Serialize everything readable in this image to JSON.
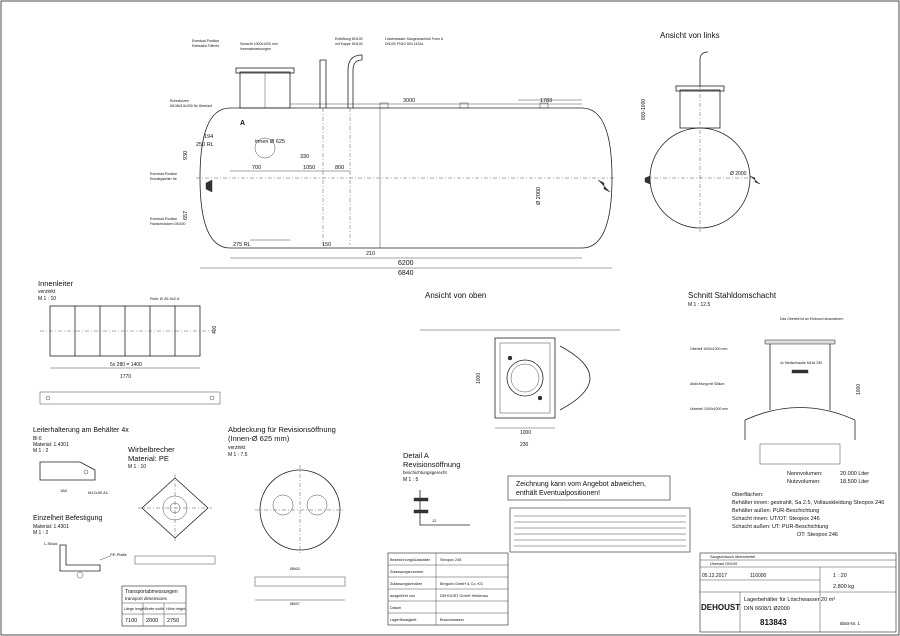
{
  "views": {
    "left_view_title": "Ansicht von links",
    "inner_ladder_title": "Innenleiter",
    "inner_ladder_finish": "verzinkt",
    "inner_ladder_scale": "M 1 : 10",
    "top_view_title": "Ansicht von oben",
    "steel_dome_title": "Schnitt Stahldomschacht",
    "steel_dome_scale": "M 1 : 12.5",
    "ladder_bracket_title": "Leiterhalterung am Behälter 4x",
    "ladder_bracket_material": "Bl 6",
    "ladder_bracket_material2": "Material: 1.4301",
    "ladder_bracket_scale": "M 1 : 2",
    "single_mount_title": "Einzelheit Befestigung",
    "single_mount_material": "Material: 1.4301",
    "single_mount_scale": "M 1 : 2",
    "vortex_title1": "Wirbelbrecher",
    "vortex_title2": "Material: PE",
    "vortex_scale": "M 1 : 10",
    "cover_title1": "Abdeckung für Revisionsöffnung",
    "cover_title2": "(Innen-Ø 625 mm)",
    "cover_finish": "verzinkt",
    "cover_scale": "M 1 : 7.5",
    "detail_title1": "Detail A",
    "detail_title2": "Revisionsöffnung",
    "detail_subtitle": "beschichtungsgerecht",
    "detail_scale": "M 1 : 5"
  },
  "dimensions": {
    "total_length": "6840",
    "cyl_length": "6200",
    "dim_3000": "3000",
    "dim_1783": "1783",
    "dim_700": "700",
    "dim_1050": "1050",
    "dim_800": "800",
    "dim_330": "330",
    "dim_210": "210",
    "dim_275": "275 RL",
    "dim_150": "150",
    "dim_930": "930",
    "dim_657": "657",
    "dim_250": "250 RL",
    "dim_194": "194",
    "dim_2000": "Ø 2000",
    "dim_625": "innen Ø 625",
    "dim_1770": "1770",
    "dim_1400": "5x 280 = 1400",
    "dim_400": "400",
    "dim_1000": "1000",
    "dim_230": "230",
    "dim_50": "50",
    "dim_12": "12"
  },
  "notes": {
    "offer_note1": "Zeichnung kann vom Angebot abweichen,",
    "offer_note2": "enthält Eventualpositionen!",
    "vol_nominal_label": "Nennvolumen:",
    "vol_nominal": "20.000 Liter",
    "vol_usable_label": "Nutzvolumen:",
    "vol_usable": "18.500 Liter",
    "surface_title": "Oberflächen:",
    "surface_1": "Behälter innen: gestrahlt, Sa 2.5, Vollauskleidung Steopox 246",
    "surface_2": "Behälter außen: PUR-Beschichtung",
    "surface_3": "Schacht innen: UT/OT: Steopox 246",
    "surface_4": "Schacht außen: UT: PUR-Beschichtung",
    "surface_5": "OT: Steopox 246",
    "transport_title": "Transportabmessungen",
    "transport_sub": "transport dimensions",
    "transport_headers": [
      "Länge length",
      "Breite width",
      "Höhe height"
    ],
    "transport_values": [
      "7100",
      "2000",
      "2750"
    ]
  },
  "title_block": {
    "company": "DEHOUST",
    "drawing_title": "Lagerbehälter für Löschwasser 20 m³",
    "drawing_norm": "DIN 6608/1 Ø2000",
    "drawing_no": "813843",
    "date": "05.12.2017",
    "order_no": "116000",
    "scale": "1 : 20",
    "weight": "2.800 kg",
    "sheet": "Blatt-Nr. 1",
    "project_rows": [
      "Bezeichnung/Ausstatter",
      "Zulassungsnummer",
      "Zulassungsinhaber",
      "ausgeführt von",
      "Datum",
      "Lagerflüssigkeit"
    ],
    "project_values": [
      "Steopox 246",
      "",
      "Bergolin GmbH & Co. KG",
      "DEHOUST GmbH Heidenau",
      "",
      "Brauchwasser"
    ],
    "revision_a": "Saugschlauch überarbeitet",
    "revision_b": "Überlauf DN100"
  }
}
